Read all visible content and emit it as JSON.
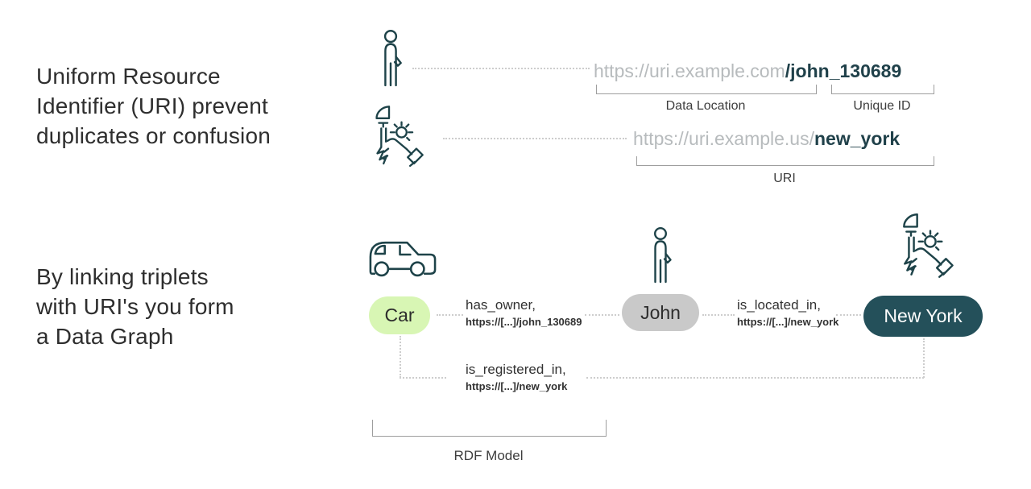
{
  "top_section": {
    "heading": "Uniform Resource\nIdentifier (URI) prevent\nduplicates or confusion",
    "uri_rows": [
      {
        "base": "https://uri.example.com",
        "resource": "/john_130689"
      },
      {
        "base": "https://uri.example.us/",
        "resource": "new_york"
      }
    ],
    "bracket_labels": {
      "data_location": "Data Location",
      "unique_id": "Unique ID",
      "uri": "URI"
    }
  },
  "bottom_section": {
    "heading": "By linking triplets\nwith URI's you form\na Data Graph",
    "nodes": {
      "car": {
        "label": "Car",
        "fill": "#d8f6b4",
        "text": "#2d2d2d"
      },
      "john": {
        "label": "John",
        "fill": "#c9c9c9",
        "text": "#2d2d2d"
      },
      "new_york": {
        "label": "New York",
        "fill": "#24505a",
        "text": "#fdfdfd"
      }
    },
    "edges": {
      "has_owner": {
        "relation": "has_owner,",
        "uri": "https://[...]/john_130689"
      },
      "is_located_in": {
        "relation": "is_located_in,",
        "uri": "https://[...]/new_york"
      },
      "is_registered_in": {
        "relation": "is_registered_in,",
        "uri": "https://[...]/new_york"
      }
    },
    "bracket_label": "RDF Model"
  },
  "icons": {
    "person": "person-icon",
    "statue": "statue-of-liberty-icon",
    "car": "car-icon"
  },
  "colors": {
    "background": "#ffffff",
    "heading_text": "#2e2e2e",
    "uri_base_text": "#b7bbbd",
    "uri_resource_text": "#20414a",
    "icon_stroke": "#1e4349",
    "dotted_line": "#cdcdcd",
    "bracket_line": "#9e9e9e",
    "edge_label_text": "#323232"
  }
}
